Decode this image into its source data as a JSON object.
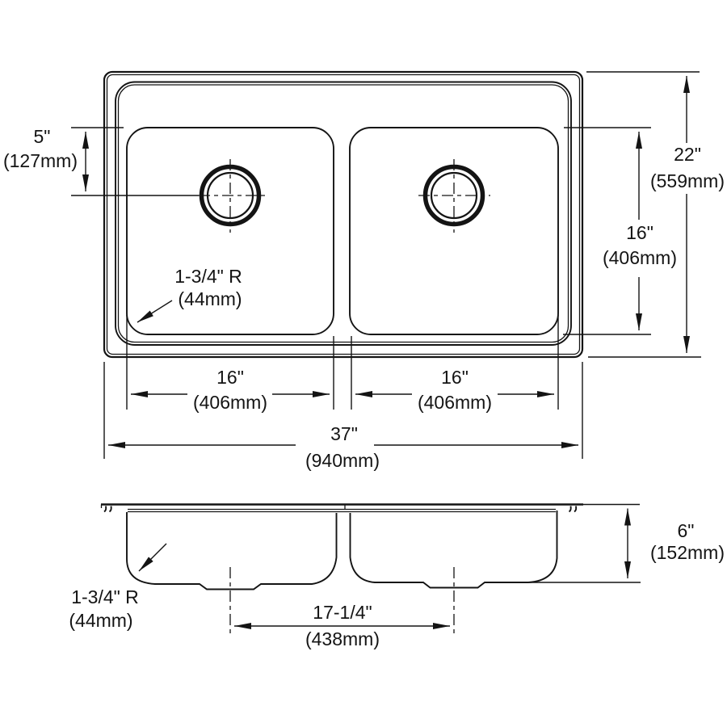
{
  "drawing": {
    "background": "#ffffff",
    "line_color": "#141414",
    "views": {
      "plan": {
        "name": "sink-top-view",
        "dimensions": {
          "drain_offset": {
            "imperial": "5\"",
            "metric": "(127mm)"
          },
          "corner_radius": {
            "imperial": "1-3/4\" R",
            "metric": "(44mm)"
          },
          "bowl_front_to_back": {
            "imperial": "16\"",
            "metric": "(406mm)"
          },
          "overall_front_to_back": {
            "imperial": "22\"",
            "metric": "(559mm)"
          },
          "left_bowl_width": {
            "imperial": "16\"",
            "metric": "(406mm)"
          },
          "right_bowl_width": {
            "imperial": "16\"",
            "metric": "(406mm)"
          },
          "overall_width": {
            "imperial": "37\"",
            "metric": "(940mm)"
          }
        }
      },
      "section": {
        "name": "sink-side-view",
        "dimensions": {
          "bowl_depth": {
            "imperial": "6\"",
            "metric": "(152mm)"
          },
          "drain_spacing": {
            "imperial": "17-1/4\"",
            "metric": "(438mm)"
          },
          "corner_radius": {
            "imperial": "1-3/4\" R",
            "metric": "(44mm)"
          }
        }
      }
    }
  }
}
